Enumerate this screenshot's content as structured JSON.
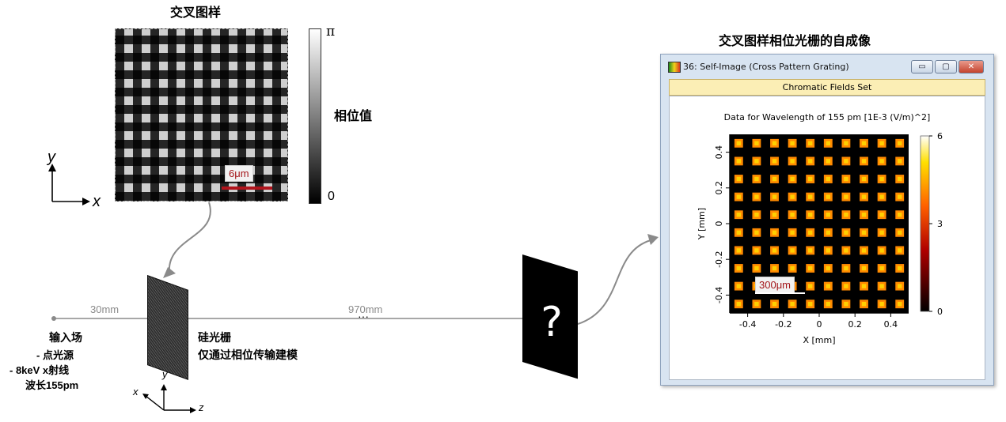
{
  "left_panel": {
    "title": "交叉图样",
    "scale_label": "6μm",
    "colorbar_top": "π",
    "colorbar_bottom": "0",
    "colorbar_label": "相位值",
    "axis_y": "y",
    "axis_x": "x"
  },
  "setup": {
    "source_title": "输入场",
    "source_line1": "-  点光源",
    "source_line2": "-  8keV x射线",
    "source_line3": "波长155pm",
    "dist1": "30mm",
    "dist2": "970mm",
    "ellipsis": "···",
    "grating_title": "硅光栅",
    "grating_desc": "仅通过相位传输建模",
    "axis_x": "x",
    "axis_y": "y",
    "axis_z": "z",
    "unknown": "?"
  },
  "window": {
    "heading": "交叉图样相位光栅的自成像",
    "title": "36: Self-Image (Cross Pattern Grating)",
    "tab": "Chromatic Fields Set",
    "plot_title": "Data for Wavelength of 155 pm  [1E-3 (V/m)^2]",
    "scale_label": "300μm",
    "buttons": {
      "minimize": "▭",
      "maximize": "▢",
      "close": "✕"
    }
  },
  "chart_data": {
    "type": "heatmap",
    "title": "Data for Wavelength of 155 pm  [1E-3 (V/m)^2]",
    "xlabel": "X [mm]",
    "ylabel": "Y [mm]",
    "xlim": [
      -0.5,
      0.5
    ],
    "ylim": [
      -0.5,
      0.5
    ],
    "x_ticks": [
      "-0.4",
      "-0.2",
      "0",
      "0.2",
      "0.4"
    ],
    "y_ticks": [
      "-0.4",
      "-0.2",
      "0",
      "0.2",
      "0.4"
    ],
    "colorbar_ticks": [
      "0",
      "3",
      "6"
    ],
    "colorbar_range": [
      0,
      6
    ],
    "grid": {
      "rows": 10,
      "cols": 10,
      "spot_value": 6,
      "background_value": 0
    }
  }
}
